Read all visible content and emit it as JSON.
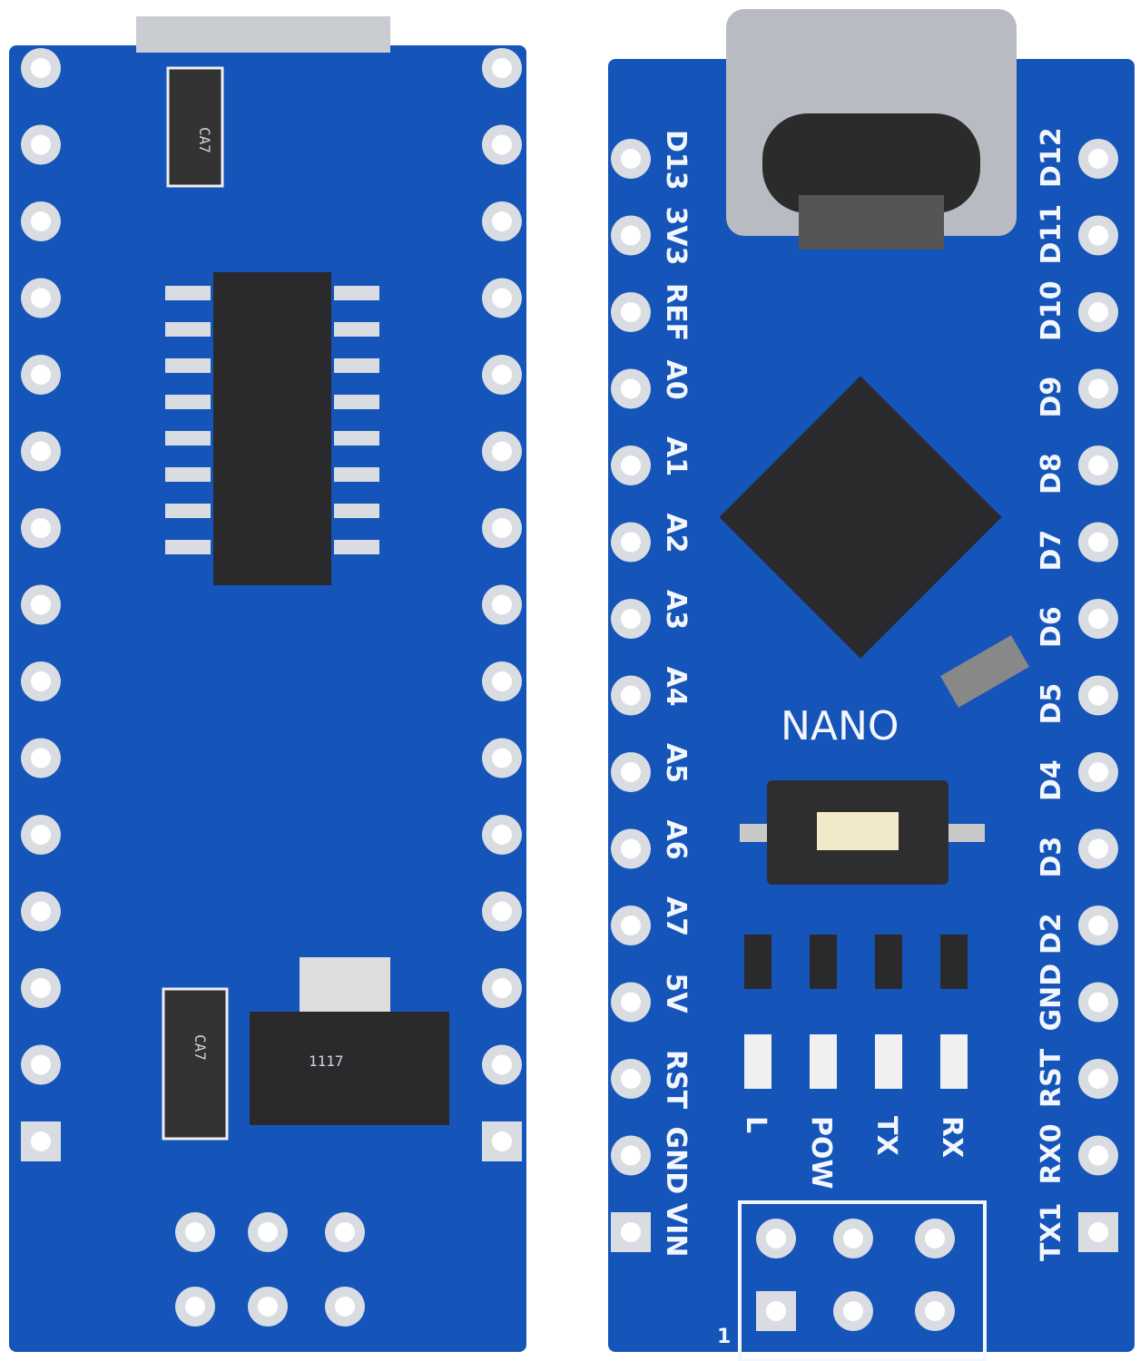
{
  "colors": {
    "pcb": "#1554b8",
    "pcb_dark": "#0d3f93",
    "silk": "#f2f6ff",
    "chip": "#2a2a2c",
    "pad": "#d9dde2",
    "background": "#ffffff"
  },
  "right_board": {
    "title": "NANO",
    "left_pins": [
      "D13",
      "3V3",
      "REF",
      "A0",
      "A1",
      "A2",
      "A3",
      "A4",
      "A5",
      "A6",
      "A7",
      "5V",
      "RST",
      "GND",
      "VIN"
    ],
    "right_pins": [
      "D12",
      "D11",
      "D10",
      "D9",
      "D8",
      "D7",
      "D6",
      "D5",
      "D4",
      "D3",
      "D2",
      "GND",
      "RST",
      "RX0",
      "TX1"
    ],
    "leds": [
      "L",
      "POW",
      "TX",
      "RX"
    ],
    "icsp_pin_one": "1"
  },
  "left_board": {
    "capacitor_marks": [
      "CA7",
      "CA7"
    ],
    "regulator_mark": "1117"
  }
}
